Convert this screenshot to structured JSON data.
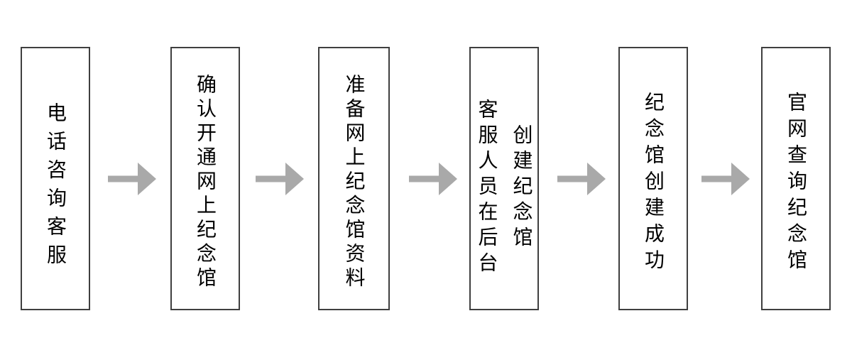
{
  "flow": {
    "title": "online-memorial-creation-flowchart",
    "colors": {
      "background": "#ffffff",
      "box_border": "#3f3f3f",
      "arrow": "#a9a9a9",
      "text": "#000000"
    },
    "connector_icon": "arrow-right-icon",
    "steps": [
      {
        "id": "phone-consult-service",
        "lines": [
          "电话咨询客服"
        ]
      },
      {
        "id": "confirm-open-memorial",
        "lines": [
          "确认开通网上纪念馆"
        ]
      },
      {
        "id": "prepare-materials",
        "lines": [
          "准备网上纪念馆资料"
        ]
      },
      {
        "id": "staff-create-backend",
        "lines": [
          "客服人员在后台",
          "创建纪念馆"
        ]
      },
      {
        "id": "creation-success",
        "lines": [
          "纪念馆创建成功"
        ]
      },
      {
        "id": "check-official-site",
        "lines": [
          "官网查询纪念馆"
        ]
      }
    ]
  }
}
